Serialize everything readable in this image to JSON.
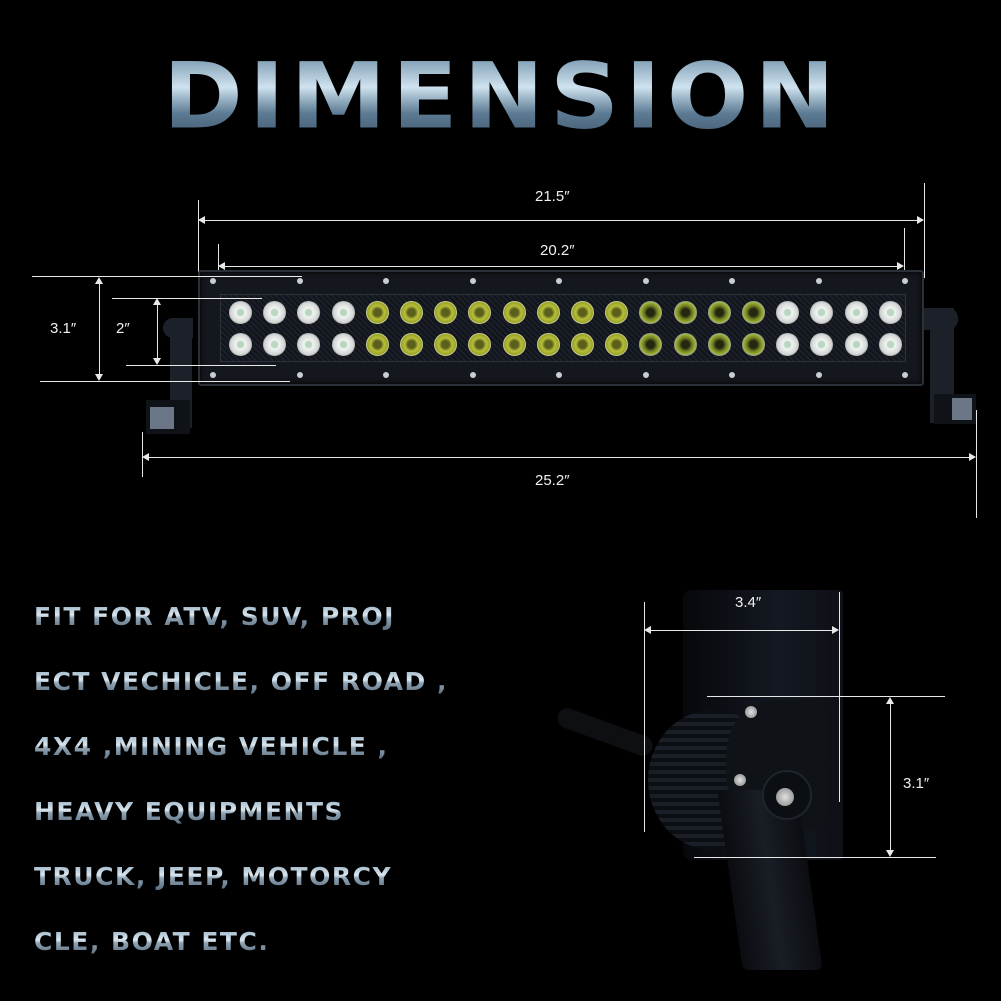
{
  "title": "Dimension",
  "front_view": {
    "dimensions": {
      "housing_width": "21.5″",
      "lens_width": "20.2″",
      "overall_width": "25.2″",
      "overall_height": "3.1″",
      "lens_height": "2″"
    },
    "led_groups": [
      {
        "color": "white",
        "columns": 4
      },
      {
        "color": "yellow",
        "columns": 8
      },
      {
        "color": "green",
        "columns": 4
      },
      {
        "color": "white",
        "columns": 4
      }
    ],
    "led_rows": 2
  },
  "side_view": {
    "dimensions": {
      "depth": "3.4″",
      "height": "3.1″"
    }
  },
  "fit_for_text": [
    "Fit for ATV, SUV, Proj",
    "ect Vechicle, Off Road ,",
    "4X4 ,Mining Vehicle ,",
    "Heavy Equipments",
    "Truck, Jeep, Motorcy",
    "cle, Boat etc."
  ],
  "colors": {
    "background": "#000000",
    "dimension_line": "#e8e8e8",
    "title_metal_light": "#cfe2ef",
    "title_metal_dark": "#41596e"
  }
}
